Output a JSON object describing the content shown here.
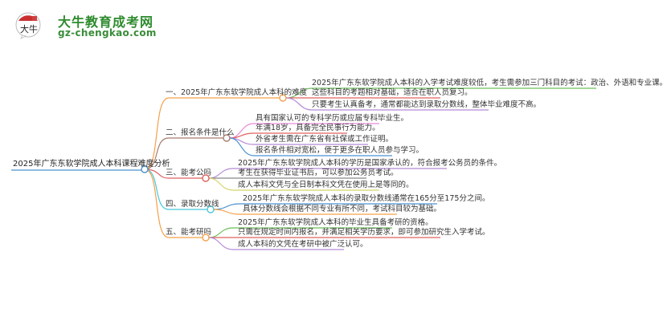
{
  "logo": {
    "title": "大牛教育成考网",
    "url": "gz-chengkao.com",
    "badge_text": "大牛"
  },
  "mindmap": {
    "root": "2025年广东东软学院成人本科课程难度分析",
    "branches": [
      {
        "label": "一、2025年广东东软学院成人本科的难度",
        "color": "#f5a04a",
        "children": [
          {
            "text": "2025年广东东软学院成人本科的入学考试难度较低，考生需参加三门科目的考试：政治、外语和专业课。",
            "color": "#6cbf5a"
          },
          {
            "text": "这些科目的考题相对基础，适合在职人员复习。",
            "color": "#e06060"
          },
          {
            "text": "只要考生认真备考，通常都能达到录取分数线，整体毕业难度不高。",
            "color": "#b48ad6"
          }
        ]
      },
      {
        "label": "二、报名条件是什么",
        "color": "#a87c6e",
        "children": [
          {
            "text": "具有国家认可的专科学历或应届专科毕业生。",
            "color": "#e88ad6"
          },
          {
            "text": "年满18岁，具备完全民事行为能力。",
            "color": "#e06060"
          },
          {
            "text": "外省考生需在广东省有社保或工作证明。",
            "color": "#b48ad6"
          },
          {
            "text": "报名条件相对宽松，便于更多在职人员参与学习。",
            "color": "#4a90d0"
          }
        ]
      },
      {
        "label": "三、能考公吗",
        "color": "#e06060",
        "children": [
          {
            "text": "2025年广东东软学院成人本科的学历是国家承认的，符合报考公务员的条件。",
            "color": "#b48ad6"
          },
          {
            "text": "考生在获得毕业证书后，可以参加公务员考试。",
            "color": "#888888"
          },
          {
            "text": "成人本科文凭与全日制本科文凭在使用上是等同的。",
            "color": "#d4d46a"
          }
        ]
      },
      {
        "label": "四、录取分数线",
        "color": "#4ac8dc",
        "children": [
          {
            "text": "2025年广东东软学院成人本科的录取分数线通常在165分至175分之间。",
            "color": "#4a90d0"
          },
          {
            "text": "具体分数线会根据不同专业有所不同，考试科目较为基础。",
            "color": "#f5a04a"
          }
        ]
      },
      {
        "label": "五、能考研吗",
        "color": "#f5a04a",
        "children": [
          {
            "text": "2025年广东东软学院成人本科的毕业生具备考研的资格。",
            "color": "#6cbf5a"
          },
          {
            "text": "只需在规定时间内报名，并满足相关学历要求，即可参加研究生入学考试。",
            "color": "#e06060"
          },
          {
            "text": "成人本科的文凭在考研中被广泛认可。",
            "color": "#b48ad6"
          }
        ]
      }
    ]
  },
  "colors": {
    "root_line": "#4a90d0",
    "logo_green": "#2e8b2e"
  }
}
